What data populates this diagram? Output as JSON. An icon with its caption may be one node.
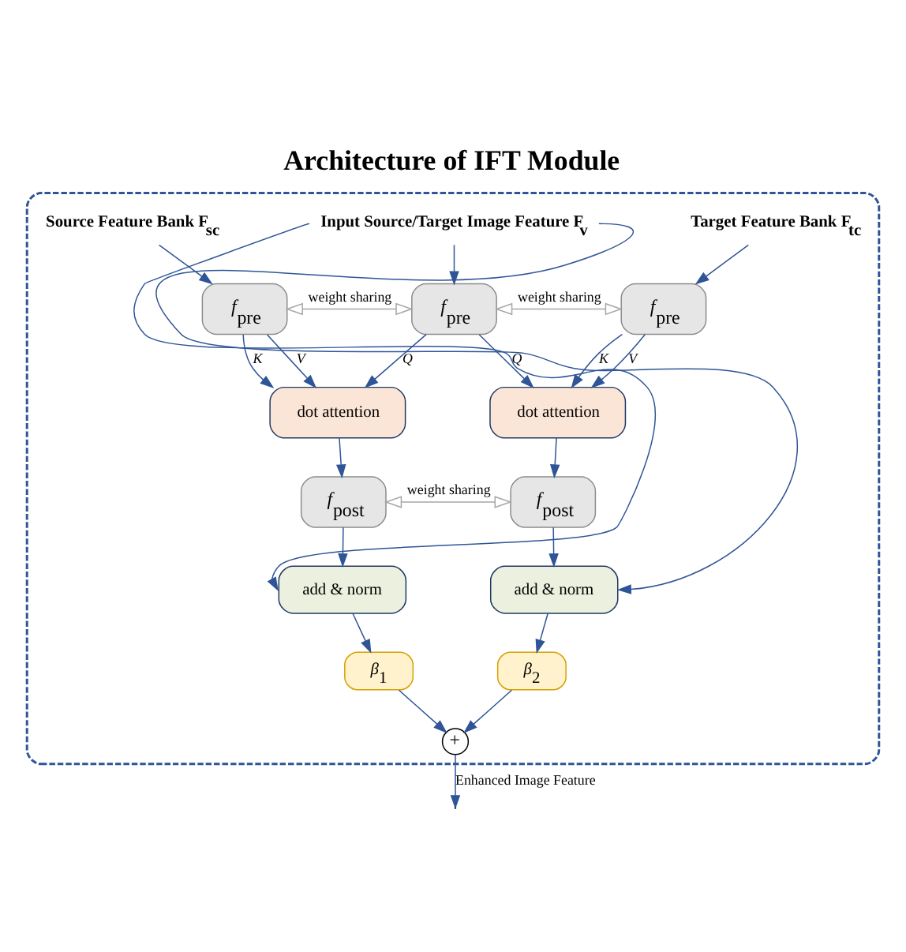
{
  "diagram": {
    "title": "Architecture of IFT Module",
    "nodes": [
      {
        "text": [],
        "shape": "box"
      },
      {
        "text": [
          "Source Feature Bank F$_{sc}$"
        ],
        "in": 0
      },
      {
        "text": [
          "Input Source/Target Image Feature F$_{v}$"
        ],
        "in": 0
      },
      {
        "text": [
          "Target Feature Bank F$_{tc}$"
        ],
        "in": 0
      },
      {
        "text": [
          "*f*$_{pre}$"
        ],
        "in": 0
      },
      {
        "text": [
          "*f*$_{pre}$"
        ],
        "in": 0
      },
      {
        "text": [
          "*f*$_{pre}$"
        ],
        "in": 0
      },
      {
        "text": [
          "dot attention"
        ],
        "in": 0
      },
      {
        "text": [
          "dot attention"
        ],
        "in": 0
      },
      {
        "text": [
          "*f*$_{post}$"
        ],
        "in": 0
      },
      {
        "text": [
          "*f*$_{post}$"
        ],
        "in": 0
      },
      {
        "text": [
          "add & norm"
        ],
        "in": 0
      },
      {
        "text": [
          "add & norm"
        ],
        "in": 0
      },
      {
        "text": [
          "*β*$_{1}$"
        ],
        "in": 0
      },
      {
        "text": [
          "*β*$_{2}$"
        ],
        "in": 0
      },
      {
        "text": [
          "+"
        ],
        "in": 0
      }
    ],
    "edges": [
      {
        "from": 1,
        "to": 4,
        "arrow": "to"
      },
      {
        "from": 2,
        "to": 5,
        "arrow": "to"
      },
      {
        "from": 3,
        "to": 6,
        "arrow": "to"
      },
      {
        "from": 2,
        "to": 11,
        "arrow": "to"
      },
      {
        "from": 2,
        "to": 12,
        "arrow": "to"
      },
      {
        "from": 4,
        "to": 5,
        "arrow": "both",
        "label": "weight sharing",
        "color": "#a6a6a6"
      },
      {
        "from": 5,
        "to": 6,
        "arrow": "both",
        "label": "weight sharing",
        "color": "#a6a6a6"
      },
      {
        "from": 5,
        "to": 7,
        "arrow": "to",
        "label": "*Q*"
      },
      {
        "from": 4,
        "to": 7,
        "arrow": "to",
        "label": "*K*"
      },
      {
        "from": 4,
        "to": 7,
        "arrow": "to",
        "label": "*V*"
      },
      {
        "from": 5,
        "to": 8,
        "arrow": "to",
        "label": "*Q*"
      },
      {
        "from": 6,
        "to": 8,
        "arrow": "to",
        "label": "*K*"
      },
      {
        "from": 6,
        "to": 8,
        "arrow": "to",
        "label": "*V*"
      },
      {
        "from": 7,
        "to": 9,
        "arrow": "to"
      },
      {
        "from": 8,
        "to": 10,
        "arrow": "to"
      },
      {
        "from": 9,
        "to": 10,
        "arrow": "both",
        "label": "weight sharing",
        "color": "#a6a6a6"
      },
      {
        "from": 9,
        "to": 11,
        "arrow": "to"
      },
      {
        "from": 10,
        "to": 12,
        "arrow": "to"
      },
      {
        "from": 11,
        "to": 13,
        "arrow": "to"
      },
      {
        "from": 12,
        "to": 14,
        "arrow": "to"
      },
      {
        "from": 13,
        "to": 15,
        "arrow": "to"
      },
      {
        "from": 14,
        "to": 15,
        "arrow": "to"
      },
      {
        "from": 15,
        "to": null,
        "arrow": "to",
        "label": "Enhanced Image Feature"
      }
    ]
  }
}
